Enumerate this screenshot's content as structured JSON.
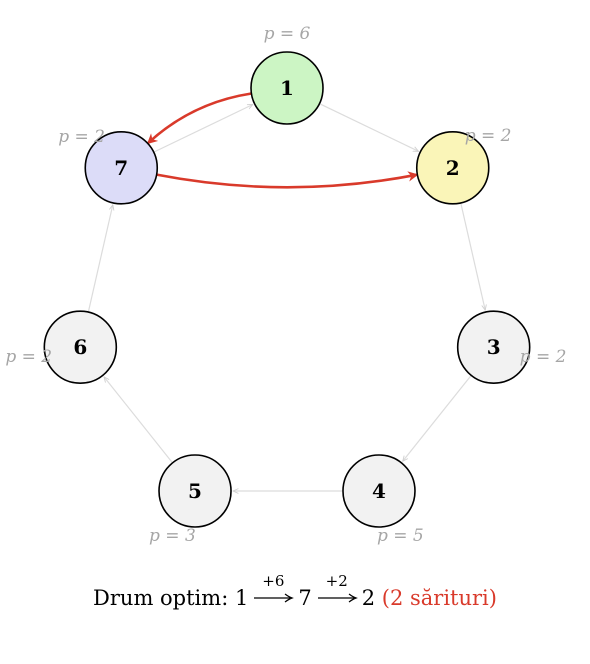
{
  "nodes": [
    {
      "id": "1",
      "p_label": "p = 6",
      "fill": "#ccf5c4"
    },
    {
      "id": "2",
      "p_label": "p = 2",
      "fill": "#faf5b8"
    },
    {
      "id": "3",
      "p_label": "p = 2",
      "fill": "#f2f2f2"
    },
    {
      "id": "4",
      "p_label": "p = 5",
      "fill": "#f2f2f2"
    },
    {
      "id": "5",
      "p_label": "p = 3",
      "fill": "#f2f2f2"
    },
    {
      "id": "6",
      "p_label": "p = 2",
      "fill": "#f2f2f2"
    },
    {
      "id": "7",
      "p_label": "p = 2",
      "fill": "#dcdcf8"
    }
  ],
  "ring_edges": [
    [
      "1",
      "2"
    ],
    [
      "2",
      "3"
    ],
    [
      "3",
      "4"
    ],
    [
      "4",
      "5"
    ],
    [
      "5",
      "6"
    ],
    [
      "6",
      "7"
    ],
    [
      "7",
      "1"
    ]
  ],
  "jump_edges": [
    [
      "1",
      "7"
    ],
    [
      "7",
      "2"
    ]
  ],
  "colors": {
    "ring_edge": "#dcdcdc",
    "jump_edge": "#d93a2b",
    "node_stroke": "#000000",
    "muted_text": "#a6a6a6"
  },
  "caption": {
    "prefix": "Drum optim: 1",
    "jump1_label": "+6",
    "mid": "7",
    "jump2_label": "+2",
    "end": "2",
    "summary": "(2 sărituri)"
  }
}
